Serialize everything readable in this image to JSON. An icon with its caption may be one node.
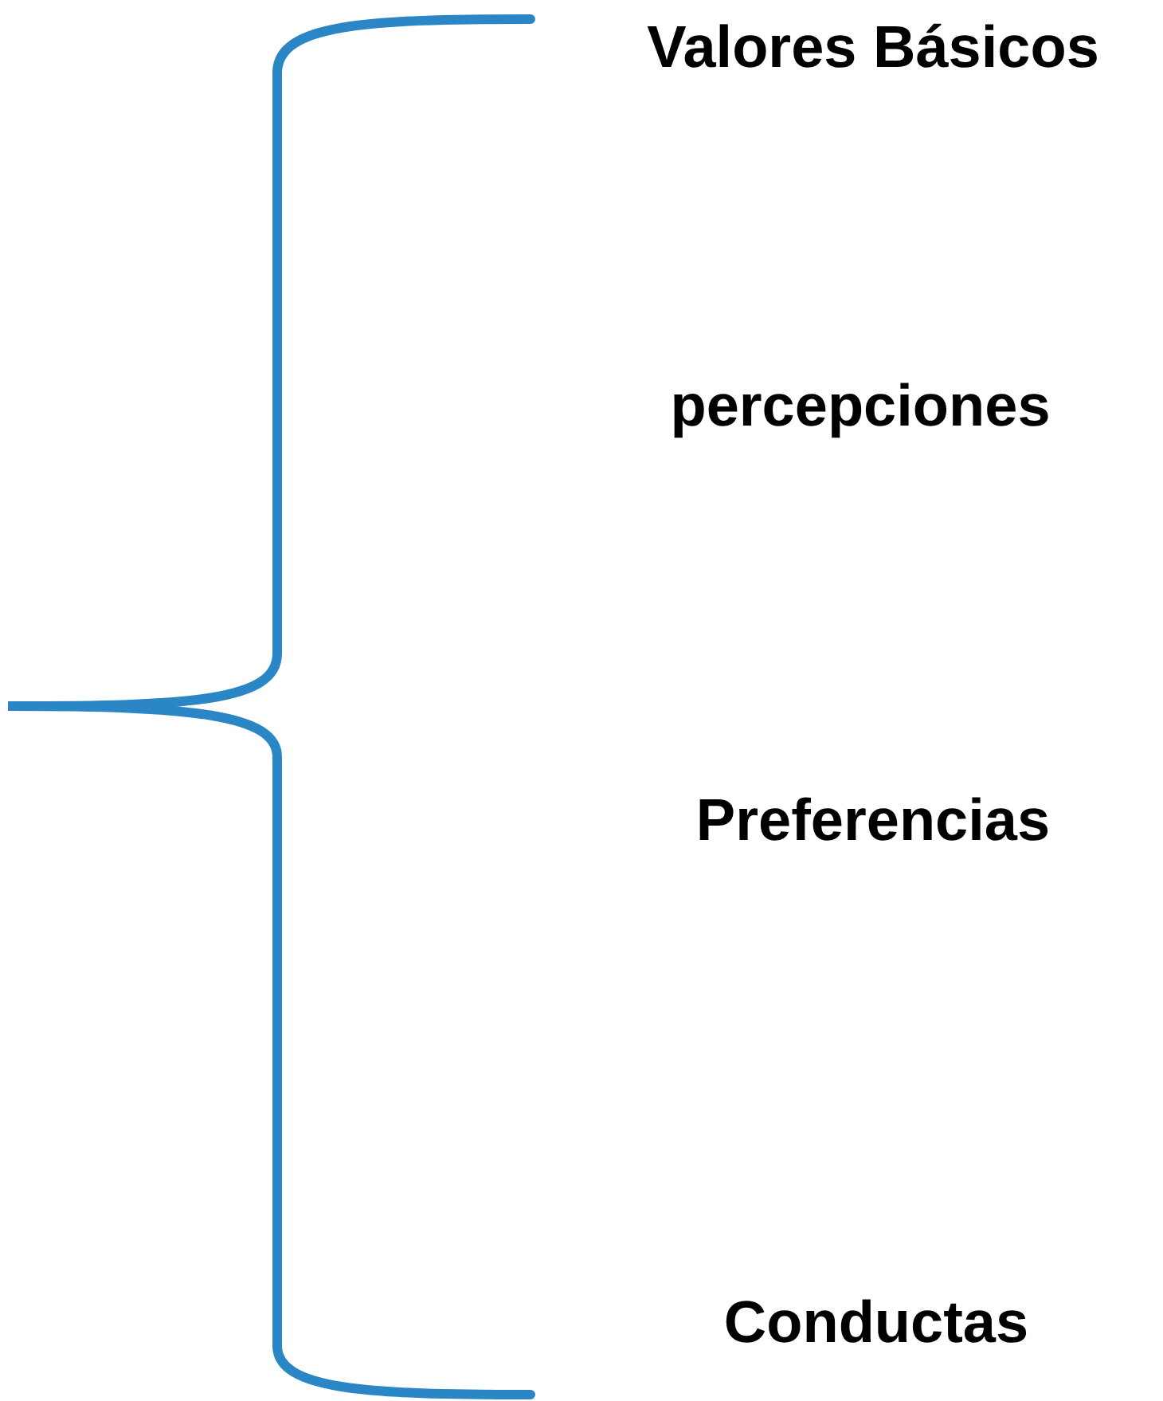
{
  "diagram": {
    "labels": [
      "Valores Básicos",
      "percepciones",
      "Preferencias",
      "Conductas"
    ]
  }
}
